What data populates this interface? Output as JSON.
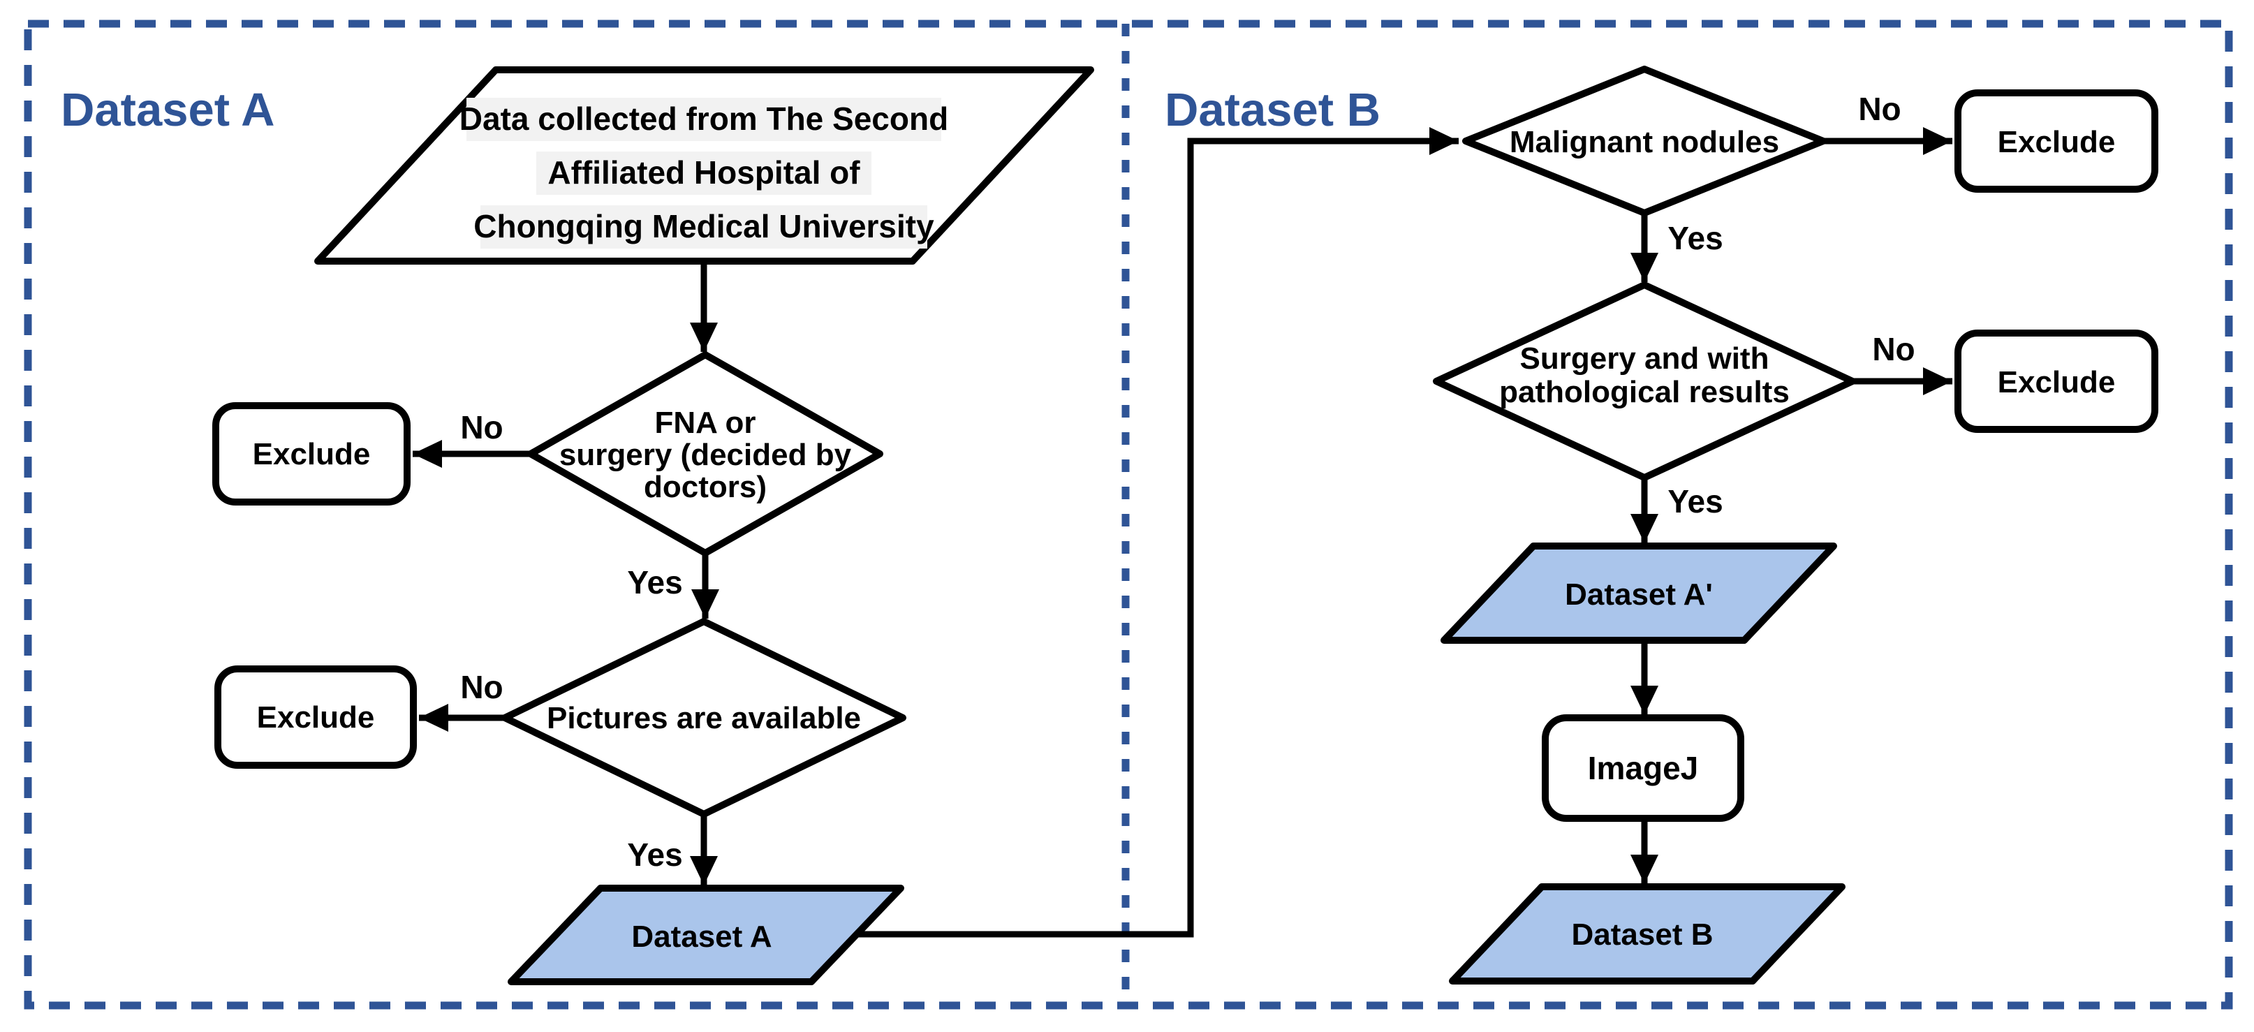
{
  "style": {
    "accent_blue": "#2F5496",
    "io_shape_fill": "#AAC5EB",
    "process_shape_fill": "#FFFFFF",
    "line_color": "#000000"
  },
  "dataset_a": {
    "title": "Dataset A",
    "source": {
      "line1": "Data collected from The Second",
      "line2": "Affiliated Hospital of",
      "line3": "Chongqing Medical University"
    },
    "fna_decision": {
      "line1": "FNA or",
      "line2": "surgery (decided by",
      "line3": "doctors)",
      "no_label": "No",
      "yes_label": "Yes",
      "exclude_label": "Exclude"
    },
    "pictures_decision": {
      "line1": "Pictures are available",
      "no_label": "No",
      "yes_label": "Yes",
      "exclude_label": "Exclude"
    },
    "result": "Dataset A"
  },
  "dataset_b": {
    "title": "Dataset B",
    "malignant_decision": {
      "line1": "Malignant nodules",
      "no_label": "No",
      "yes_label": "Yes",
      "exclude_label": "Exclude"
    },
    "surgery_decision": {
      "line1": "Surgery and with",
      "line2": "pathological results",
      "no_label": "No",
      "yes_label": "Yes",
      "exclude_label": "Exclude"
    },
    "intermediate": "Dataset A'",
    "process": "ImageJ",
    "result": "Dataset B"
  }
}
